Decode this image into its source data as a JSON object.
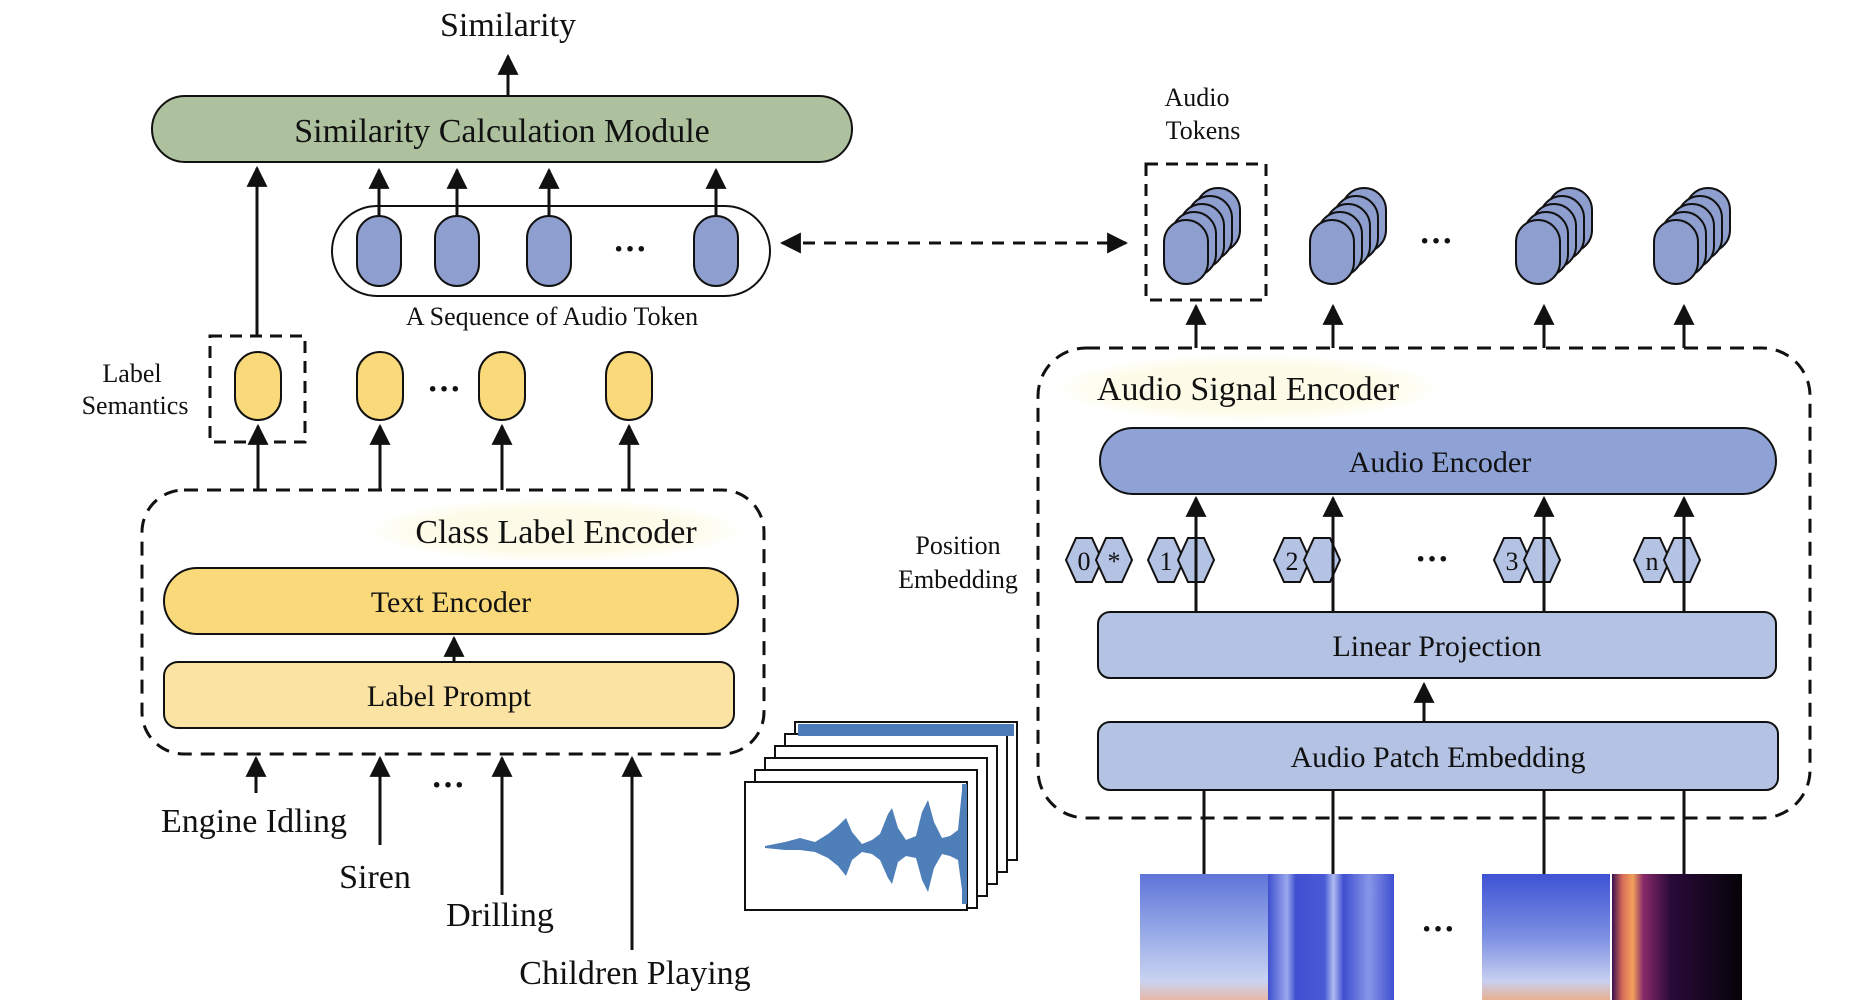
{
  "top_output": "Similarity",
  "similarity_module": "Similarity Calculation Module",
  "audio_sequence_caption": "A Sequence of Audio Token",
  "audio_sequence_ellipsis": "···",
  "audio_tokens_label": [
    "Audio",
    "Tokens"
  ],
  "audio_tokens_ellipsis": "···",
  "label_semantics": [
    "Label",
    "Semantics"
  ],
  "label_tokens_ellipsis": "···",
  "class_label_encoder": {
    "title": "Class Label Encoder",
    "text_encoder": "Text Encoder",
    "label_prompt": "Label Prompt"
  },
  "class_labels": [
    "Engine Idling",
    "Siren",
    "Drilling",
    "Children Playing"
  ],
  "class_labels_ellipsis": "···",
  "audio_signal_encoder": {
    "title": "Audio Signal Encoder",
    "audio_encoder": "Audio Encoder",
    "linear_projection": "Linear Projection",
    "audio_patch_embedding": "Audio Patch Embedding"
  },
  "position_embedding": {
    "label": [
      "Position",
      "Embedding"
    ],
    "indices": [
      "0",
      "*",
      "1",
      "2",
      "3",
      "n"
    ],
    "ellipsis": "···"
  },
  "spectrogram_ellipsis": "···",
  "colors": {
    "similarity_module": "#adc19e",
    "label_token": "#f9d97a",
    "text_encoder": "#f9d97a",
    "label_prompt": "#fbe4a3",
    "audio_token": "#8e9fcf",
    "audio_encoder": "#8fa2d6",
    "linear_projection": "#b4c2e4",
    "audio_patch_embedding": "#b4c2e4",
    "title_highlight": "#fdfbe6"
  }
}
